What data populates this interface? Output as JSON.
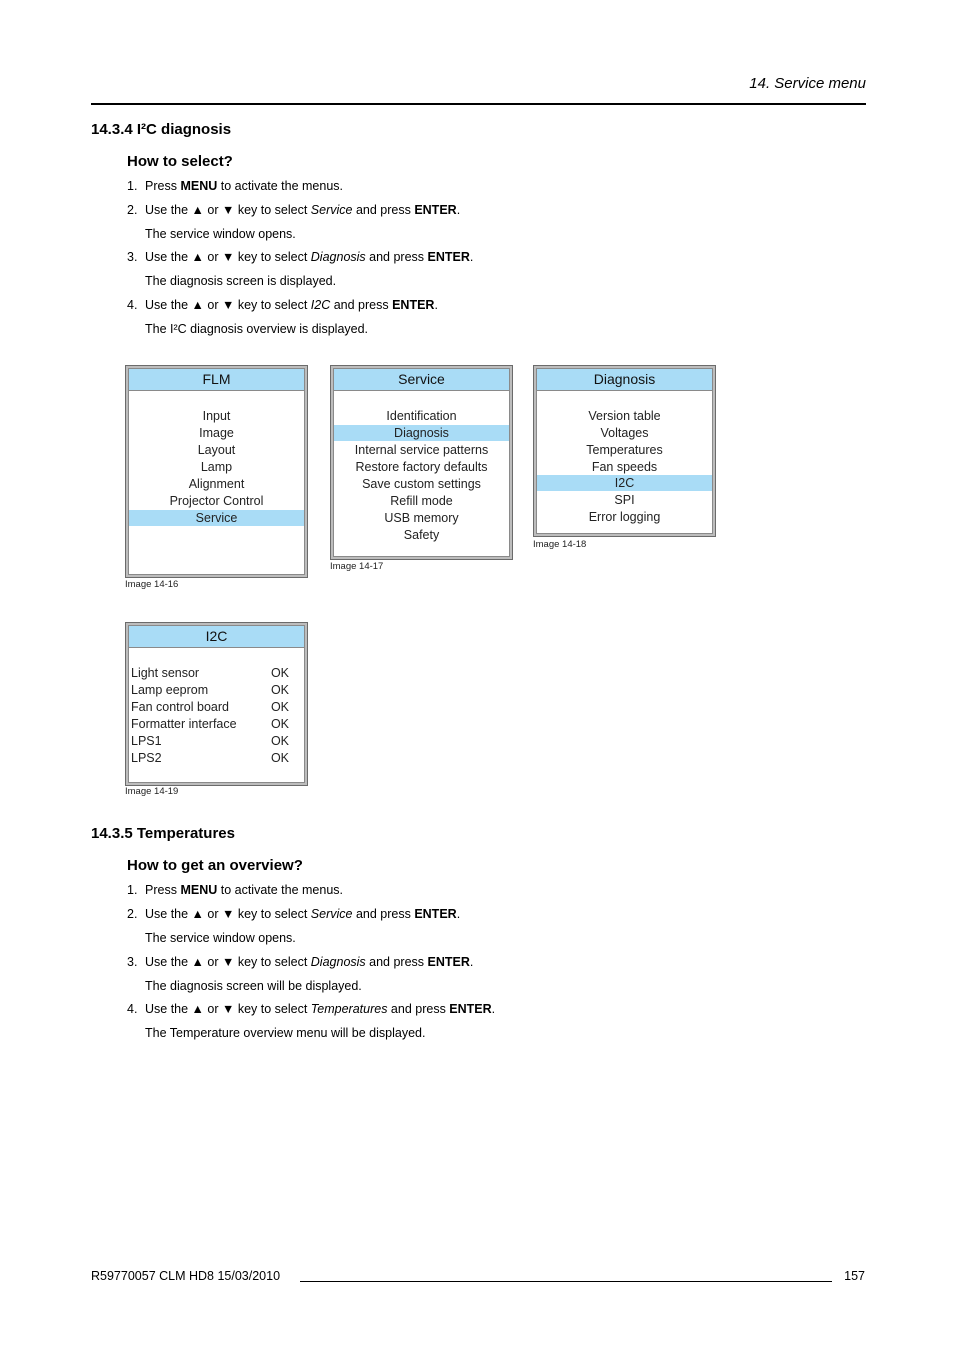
{
  "header": {
    "chapter": "14. Service menu"
  },
  "section1": {
    "title": "14.3.4   I²C diagnosis",
    "howto": "How to select?",
    "steps": [
      {
        "num": "1.",
        "pre": "Press ",
        "b1": "MENU",
        "mid": " to activate the menus.",
        "i": "",
        "post": "",
        "b2": "",
        "end": ""
      },
      {
        "num": "2.",
        "pre": "Use the ▲ or ▼ key to select ",
        "i": "Service",
        "post": " and press ",
        "b2": "ENTER",
        "end": "."
      },
      {
        "num": "3.",
        "pre": "Use the ▲ or ▼ key to select ",
        "i": "Diagnosis",
        "post": " and press ",
        "b2": "ENTER",
        "end": "."
      },
      {
        "num": "4.",
        "pre": "Use the ▲ or ▼ key to select ",
        "i": "I2C",
        "post": " and press ",
        "b2": "ENTER",
        "end": "."
      }
    ],
    "notes": [
      "The service window opens.",
      "The diagnosis screen is displayed.",
      "The I²C diagnosis overview is displayed."
    ]
  },
  "images": {
    "flm": {
      "title": "FLM",
      "items": [
        "Input",
        "Image",
        "Layout",
        "Lamp",
        "Alignment",
        "Projector Control",
        "Service"
      ],
      "caption": "Image 14-16"
    },
    "service": {
      "title": "Service",
      "items": [
        "Identification",
        "Diagnosis",
        "Internal service patterns",
        "Restore factory defaults",
        "Save custom settings",
        "Refill mode",
        "USB memory",
        "Safety"
      ],
      "caption": "Image 14-17"
    },
    "diagnosis": {
      "title": "Diagnosis",
      "items": [
        "Version table",
        "Voltages",
        "Temperatures",
        "Fan speeds",
        "I2C",
        "SPI",
        "Error logging"
      ],
      "caption": "Image 14-18"
    },
    "i2c": {
      "title": "I2C",
      "rows": [
        {
          "label": "Light sensor",
          "status": "OK"
        },
        {
          "label": "Lamp eeprom",
          "status": "OK"
        },
        {
          "label": "Fan control board",
          "status": "OK"
        },
        {
          "label": "Formatter interface",
          "status": "OK"
        },
        {
          "label": "LPS1",
          "status": "OK"
        },
        {
          "label": "LPS2",
          "status": "OK"
        }
      ],
      "caption": "Image 14-19"
    }
  },
  "section2": {
    "title": "14.3.5   Temperatures",
    "howto": "How to get an overview?",
    "steps": [
      {
        "num": "1.",
        "pre": "Press ",
        "b1": "MENU",
        "mid": " to activate the menus."
      },
      {
        "num": "2.",
        "pre": "Use the ▲ or ▼ key to select ",
        "i": "Service",
        "post": " and press ",
        "b2": "ENTER",
        "end": "."
      },
      {
        "num": "3.",
        "pre": "Use the ▲ or ▼ key to select ",
        "i": "Diagnosis",
        "post": " and press ",
        "b2": "ENTER",
        "end": "."
      },
      {
        "num": "4.",
        "pre": "Use the ▲ or ▼ key to select ",
        "i": "Temperatures",
        "post": " and press ",
        "b2": "ENTER",
        "end": "."
      }
    ],
    "notes": [
      "The service window opens.",
      "The diagnosis screen will be displayed.",
      "The Temperature overview menu will be displayed."
    ]
  },
  "footer": {
    "left": "R59770057  CLM HD8  15/03/2010",
    "page": "157"
  }
}
